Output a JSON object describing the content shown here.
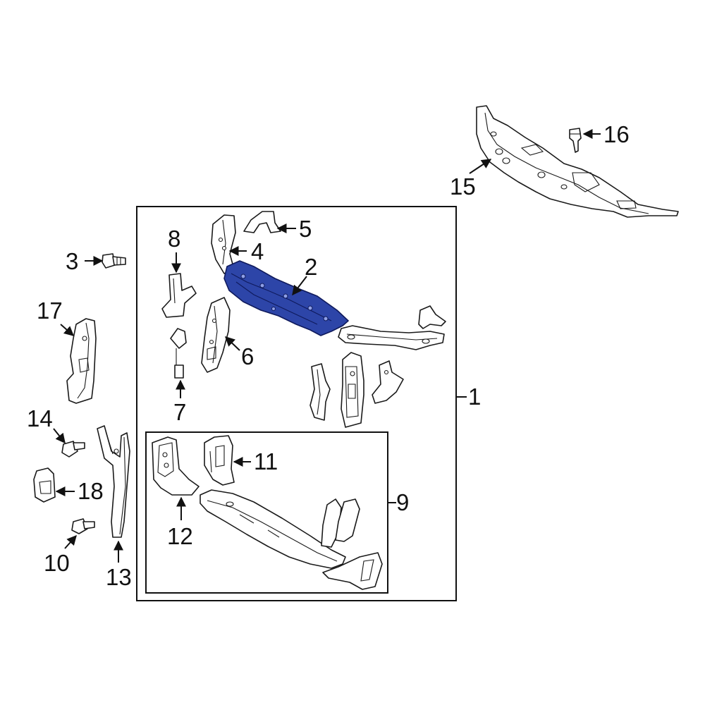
{
  "diagram": {
    "highlight_color": "#2d45a8",
    "callouts": {
      "c1": "1",
      "c2": "2",
      "c3": "3",
      "c4": "4",
      "c5": "5",
      "c6": "6",
      "c7": "7",
      "c8": "8",
      "c9": "9",
      "c10": "10",
      "c11": "11",
      "c12": "12",
      "c13": "13",
      "c14": "14",
      "c15": "15",
      "c16": "16",
      "c17": "17",
      "c18": "18"
    }
  }
}
